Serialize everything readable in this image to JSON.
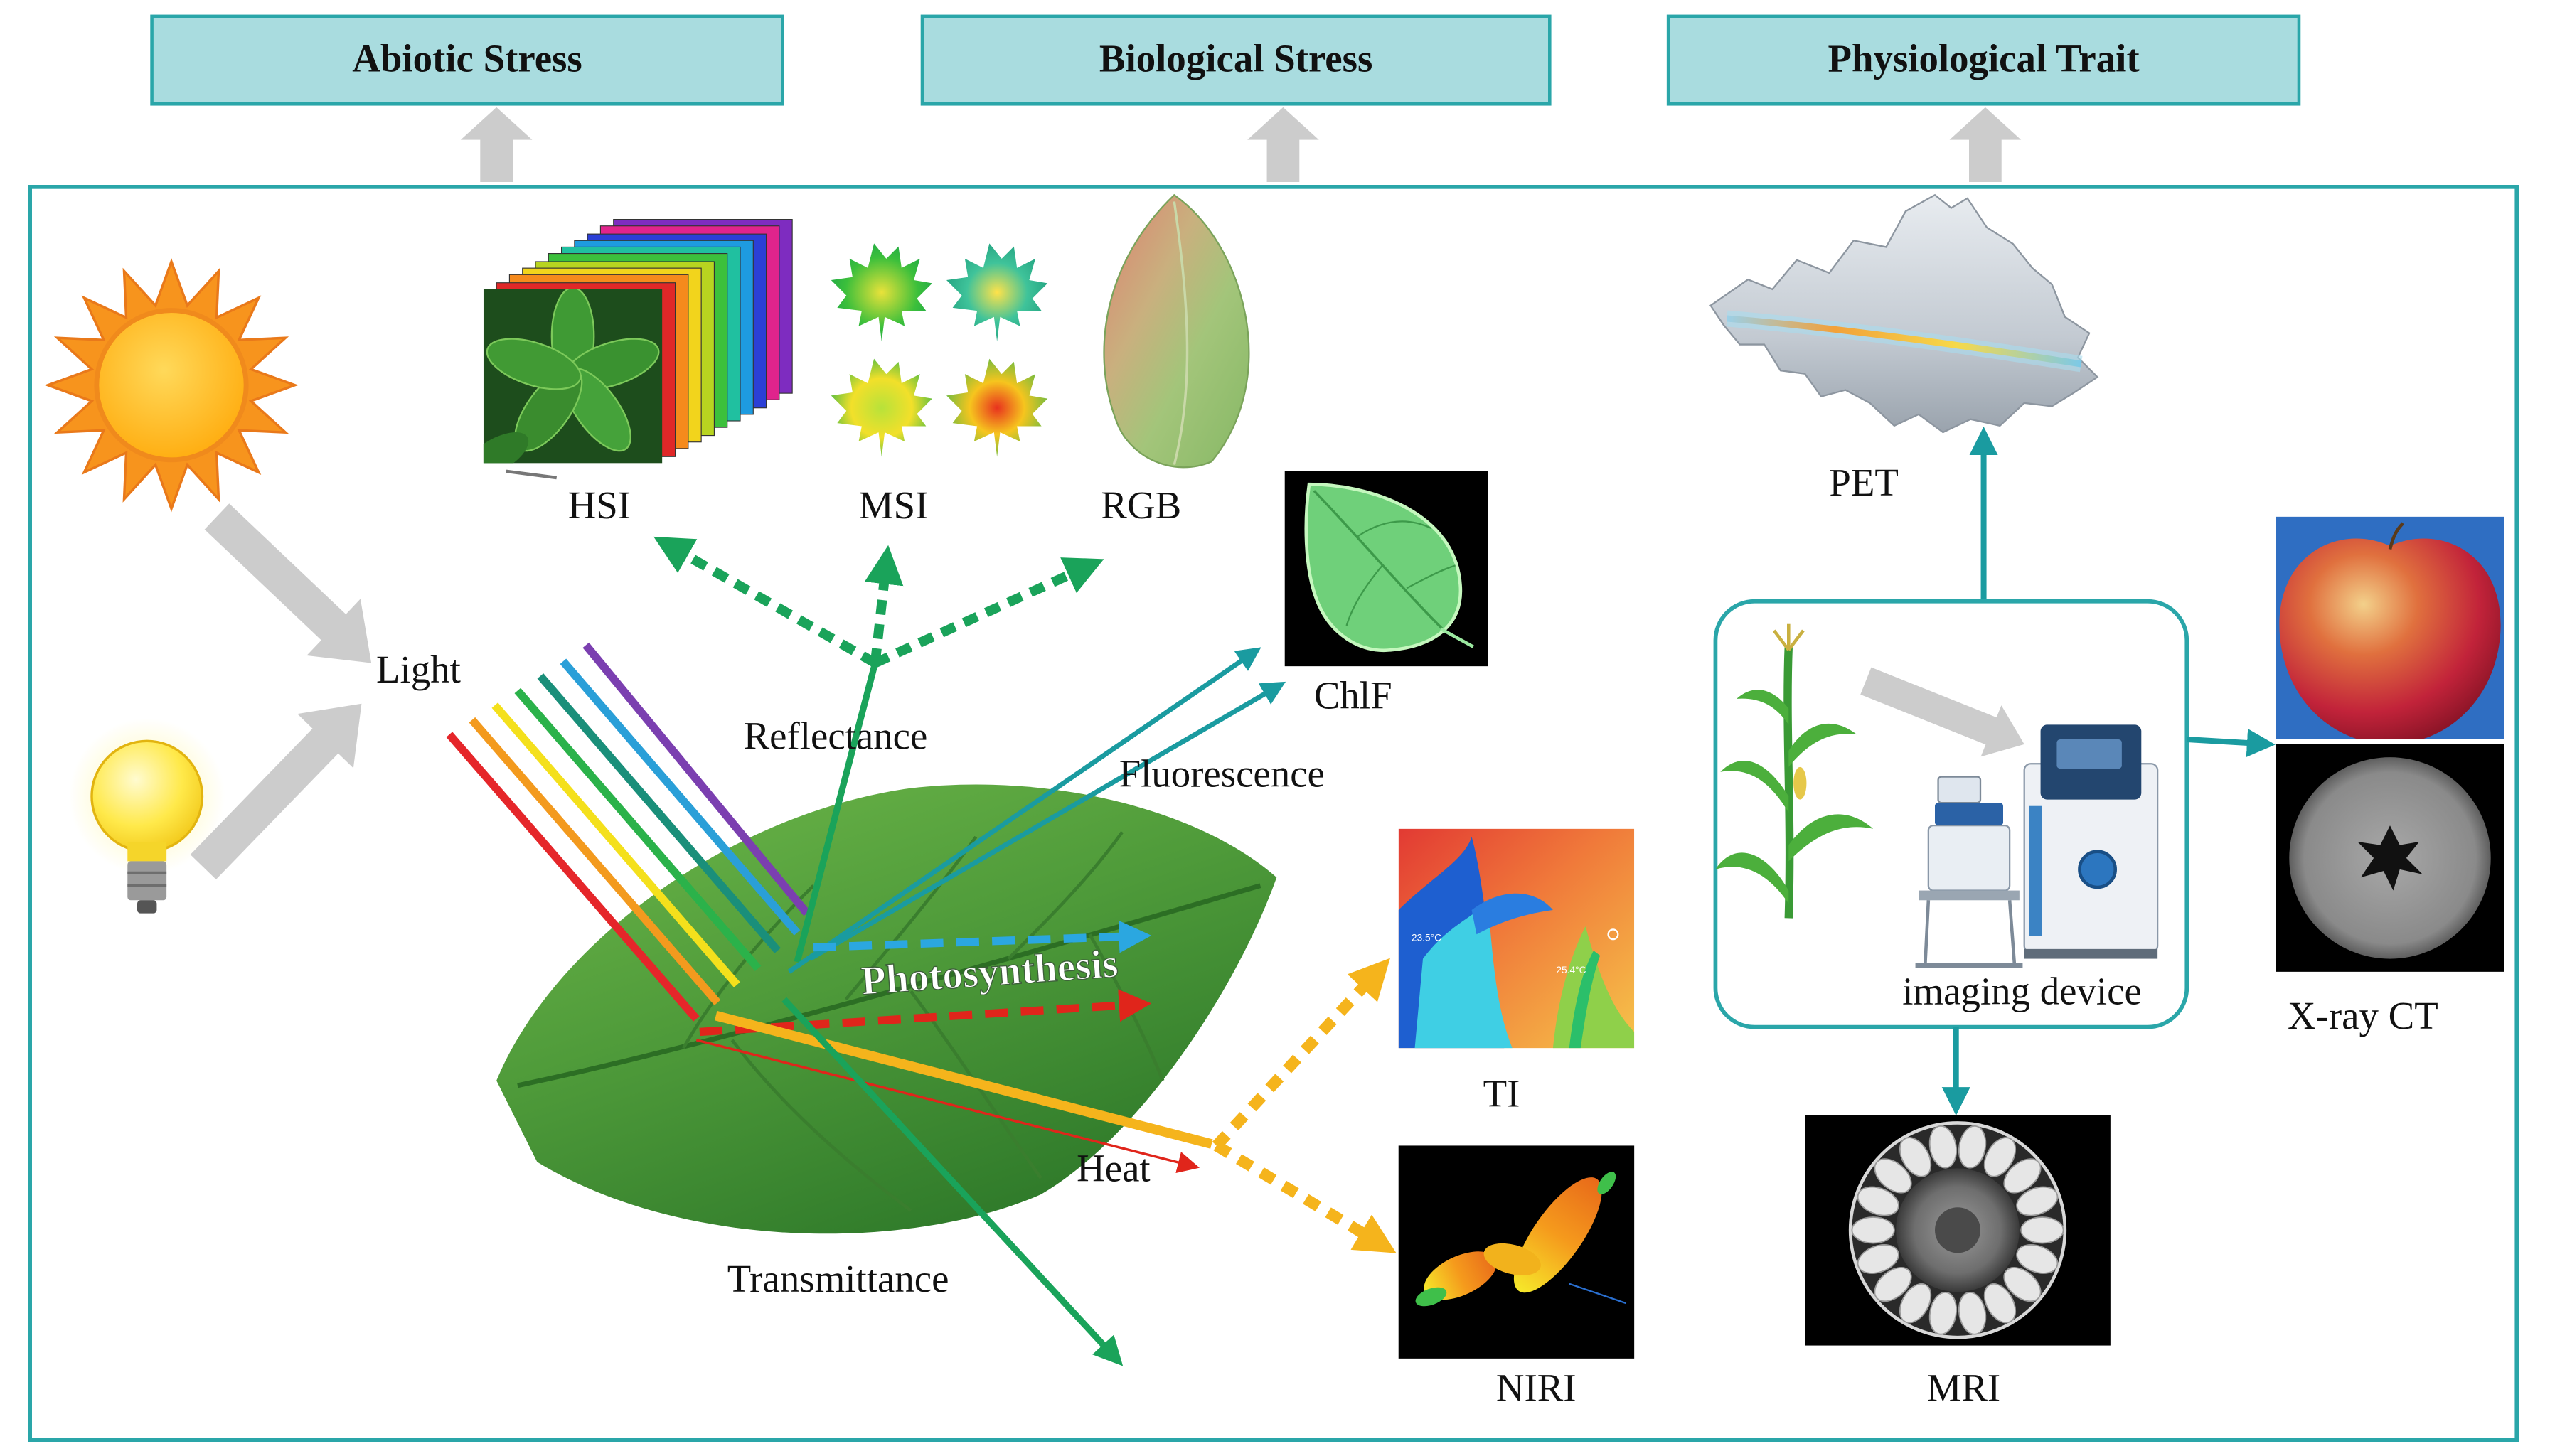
{
  "headers": {
    "abiotic": "Abiotic Stress",
    "biological": "Biological Stress",
    "physiological": "Physiological Trait"
  },
  "process_labels": {
    "light": "Light",
    "reflectance": "Reflectance",
    "fluorescence": "Fluorescence",
    "photosynthesis": "Photosynthesis",
    "heat": "Heat",
    "transmittance": "Transmittance"
  },
  "imaging_labels": {
    "hsi": "HSI",
    "msi": "MSI",
    "rgb": "RGB",
    "chlf": "ChlF",
    "ti": "TI",
    "niri": "NIRI",
    "pet": "PET",
    "imaging_device": "imaging device",
    "xray_ct": "X-ray CT",
    "mri": "MRI"
  },
  "ti_readouts": [
    "23.5°C",
    "25.4°C"
  ],
  "icons": [
    "sun-icon",
    "light-bulb-icon",
    "corn-plant-icon",
    "imaging-device-icon"
  ],
  "colors": {
    "frame": "#2aa6a9",
    "header_fill": "#a9dcdf",
    "arrow_gray": "#cccccc",
    "teal_arrow": "#1a9ba0",
    "green_arrow": "#1aa35a",
    "yellow_arrow": "#f5b41c",
    "red_arrow": "#e0251b",
    "blue_arrow": "#2ba7e0"
  }
}
